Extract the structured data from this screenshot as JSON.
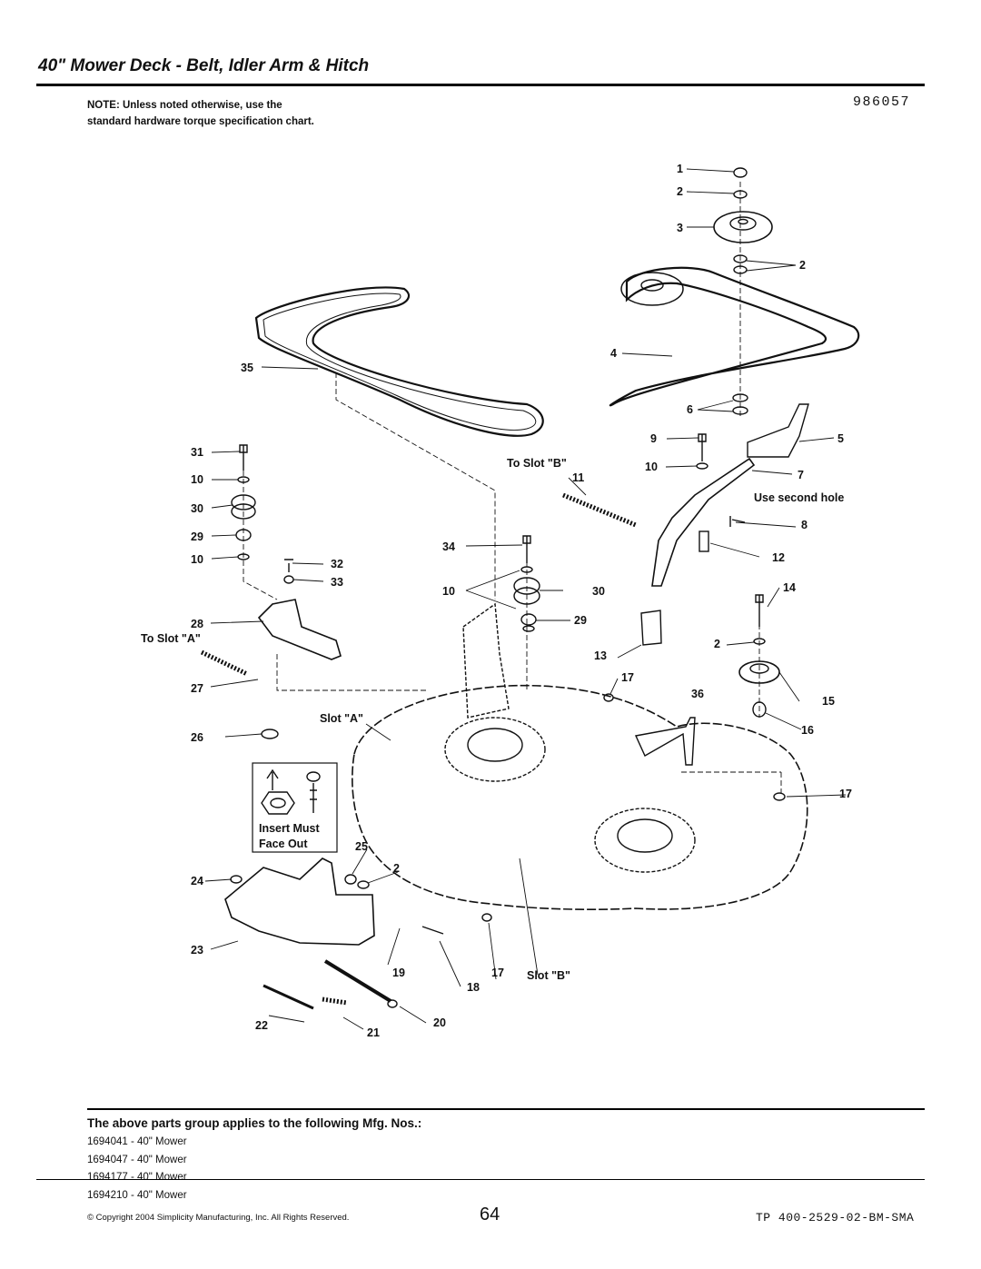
{
  "header": {
    "title": "40\" Mower Deck - Belt, Idler Arm & Hitch",
    "diagram_number": "986057",
    "note": "NOTE: Unless noted otherwise, use the standard hardware torque specification chart."
  },
  "callouts": {
    "c1": "1",
    "c2a": "2",
    "c3": "3",
    "c2b": "2",
    "c4": "4",
    "c35": "35",
    "c6": "6",
    "c9": "9",
    "c5": "5",
    "c31": "31",
    "c10a": "10",
    "c10b": "10",
    "c7": "7",
    "c11": "11",
    "c30a": "30",
    "c8": "8",
    "c29a": "29",
    "c34": "34",
    "c10c": "10",
    "c32": "32",
    "c12": "12",
    "c33": "33",
    "c10d": "10",
    "c30b": "30",
    "c14": "14",
    "c28": "28",
    "c29b": "29",
    "c2c": "2",
    "c13": "13",
    "c27": "27",
    "c17a": "17",
    "c36": "36",
    "c15": "15",
    "c26": "26",
    "c16": "16",
    "c17b": "17",
    "c25": "25",
    "c2d": "2",
    "c24": "24",
    "c23": "23",
    "c19": "19",
    "c17c": "17",
    "c18": "18",
    "c22": "22",
    "c21": "21",
    "c20": "20"
  },
  "labels": {
    "to_slot_b": "To Slot \"B\"",
    "use_second_hole": "Use second hole",
    "to_slot_a": "To Slot \"A\"",
    "slot_a": "Slot \"A\"",
    "slot_b": "Slot \"B\"",
    "insert_must": "Insert Must",
    "face_out": "Face Out"
  },
  "applies": {
    "heading": "The above parts group applies to the following Mfg. Nos.:",
    "mfg_numbers": [
      "1694041 - 40\" Mower",
      "1694047 - 40\" Mower",
      "1694177 - 40\" Mower",
      "1694210 - 40\" Mower"
    ]
  },
  "footer": {
    "copyright": "© Copyright 2004 Simplicity Manufacturing, Inc. All Rights Reserved.",
    "page_number": "64",
    "doc_code": "TP 400-2529-02-BM-SMA"
  }
}
